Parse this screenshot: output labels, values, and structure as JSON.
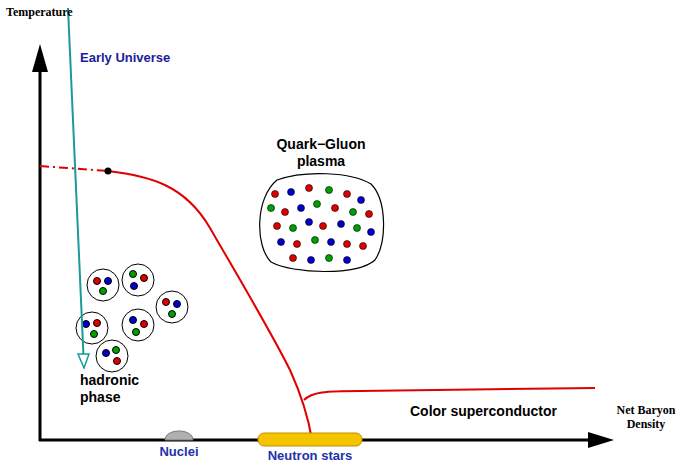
{
  "diagram": {
    "nodes": [
      {
        "text": [
          "Quark−Gluon plasma"
        ]
      },
      {
        "text": [
          "Nuclei"
        ]
      },
      {
        "text": [
          "Neutron stars"
        ]
      }
    ],
    "labels": [
      "Temperature",
      "Early Universe",
      "hadronic phase",
      "Color superconductor",
      "Net Baryon Density"
    ]
  }
}
